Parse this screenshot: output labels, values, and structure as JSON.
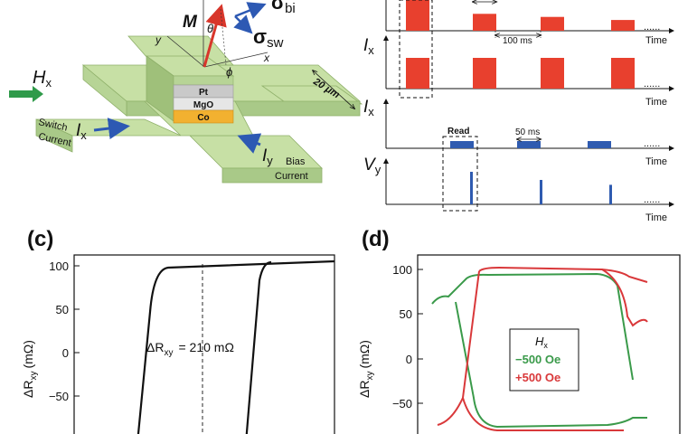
{
  "device": {
    "labels": {
      "M": "M",
      "theta": "θ",
      "phi": "ϕ",
      "sigma": "σ",
      "bi": "bi",
      "sw": "sw",
      "y": "y",
      "x": "x",
      "Hx_H": "H",
      "Hx_sub": "x",
      "Ix_I": "I",
      "Ix_sub": "x",
      "Iy_I": "I",
      "Iy_sub": "y",
      "switch": "Switch",
      "current": "Current",
      "bias": "Bias",
      "bias_current": "Current",
      "size": "20 μm",
      "pt": "Pt",
      "mgo": "MgO",
      "co": "Co"
    }
  },
  "timing": {
    "time_label": "Time",
    "dots": "......",
    "row1": {
      "pulses": [
        1,
        2,
        3,
        4
      ],
      "heights": [
        1.0,
        0.55,
        0.45,
        0.35
      ],
      "color": "#e8402e"
    },
    "row2": {
      "ylabel_I": "I",
      "ylabel_sub": "x",
      "pulses": [
        1,
        2,
        3,
        4
      ],
      "color": "#e8402e"
    },
    "row3": {
      "ylabel_I": "I",
      "ylabel_sub": "x",
      "read_label": "Read",
      "duration_label": "50 ms",
      "color": "#2f5bb0"
    },
    "row4": {
      "ylabel_V": "V",
      "ylabel_sub": "y",
      "spikes": [
        1.0,
        0.75,
        0.6
      ],
      "color": "#2f5bb0"
    },
    "period_label": "100 ms"
  },
  "panel_c": {
    "label": "(c)",
    "ylabel_main": "ΔR",
    "ylabel_sub": "xy",
    "ylabel_unit": "(mΩ)",
    "annotation_main": "ΔR",
    "annotation_sub": "xy",
    "annotation_value": "= 210 mΩ",
    "yticks": [
      "100",
      "50",
      "0",
      "−50"
    ]
  },
  "panel_d": {
    "label": "(d)",
    "ylabel_main": "ΔR",
    "ylabel_sub": "xy",
    "ylabel_unit": "(mΩ)",
    "yticks": [
      "100",
      "50",
      "0",
      "−50"
    ],
    "legend": {
      "title_H": "H",
      "title_sub": "x",
      "entries": [
        {
          "name": "−500 Oe",
          "color": "#3a9a4a"
        },
        {
          "name": "+500 Oe",
          "color": "#d9383a"
        }
      ]
    }
  }
}
